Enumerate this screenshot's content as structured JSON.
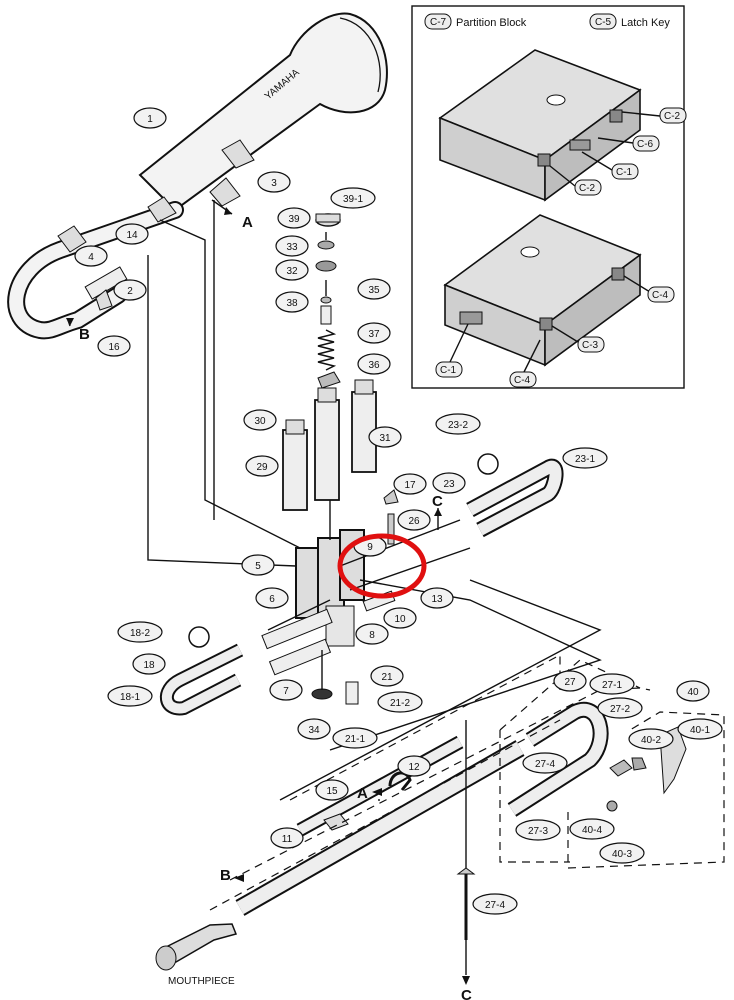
{
  "inset": {
    "partition_block_label": "C-7",
    "partition_block_text": "Partition Block",
    "latch_key_label": "C-5",
    "latch_key_text": "Latch Key",
    "case_top_callouts": [
      "C-2",
      "C-6",
      "C-1",
      "C-2"
    ],
    "case_bottom_callouts": [
      "C-4",
      "C-3",
      "C-1",
      "C-4"
    ]
  },
  "callouts": {
    "c1": "1",
    "c2": "2",
    "c3": "3",
    "c4": "4",
    "c5": "5",
    "c6": "6",
    "c7": "7",
    "c8": "8",
    "c9": "9",
    "c10": "10",
    "c11": "11",
    "c12": "12",
    "c13": "13",
    "c14": "14",
    "c15": "15",
    "c16": "16",
    "c17": "17",
    "c18": "18",
    "c18_1": "18-1",
    "c18_2": "18-2",
    "c21": "21",
    "c21_1": "21-1",
    "c21_2": "21-2",
    "c23": "23",
    "c23_1": "23-1",
    "c23_2": "23-2",
    "c26": "26",
    "c27": "27",
    "c27_1": "27-1",
    "c27_2": "27-2",
    "c27_3": "27-3",
    "c27_4": "27-4",
    "c27_4b": "27-4",
    "c29": "29",
    "c30": "30",
    "c31": "31",
    "c32": "32",
    "c33": "33",
    "c34": "34",
    "c35": "35",
    "c36": "36",
    "c37": "37",
    "c38": "38",
    "c39": "39",
    "c39_1": "39-1",
    "c40": "40",
    "c40_1": "40-1",
    "c40_2": "40-2",
    "c40_3": "40-3",
    "c40_4": "40-4"
  },
  "markers": {
    "a_top": "A",
    "a_bottom": "A",
    "b_top": "B",
    "b_bottom": "B",
    "c_top": "C",
    "c_bottom": "C",
    "bell_text": "YAMAHA"
  },
  "mouthpiece_label": "MOUTHPIECE",
  "highlight_color": "#e01010"
}
